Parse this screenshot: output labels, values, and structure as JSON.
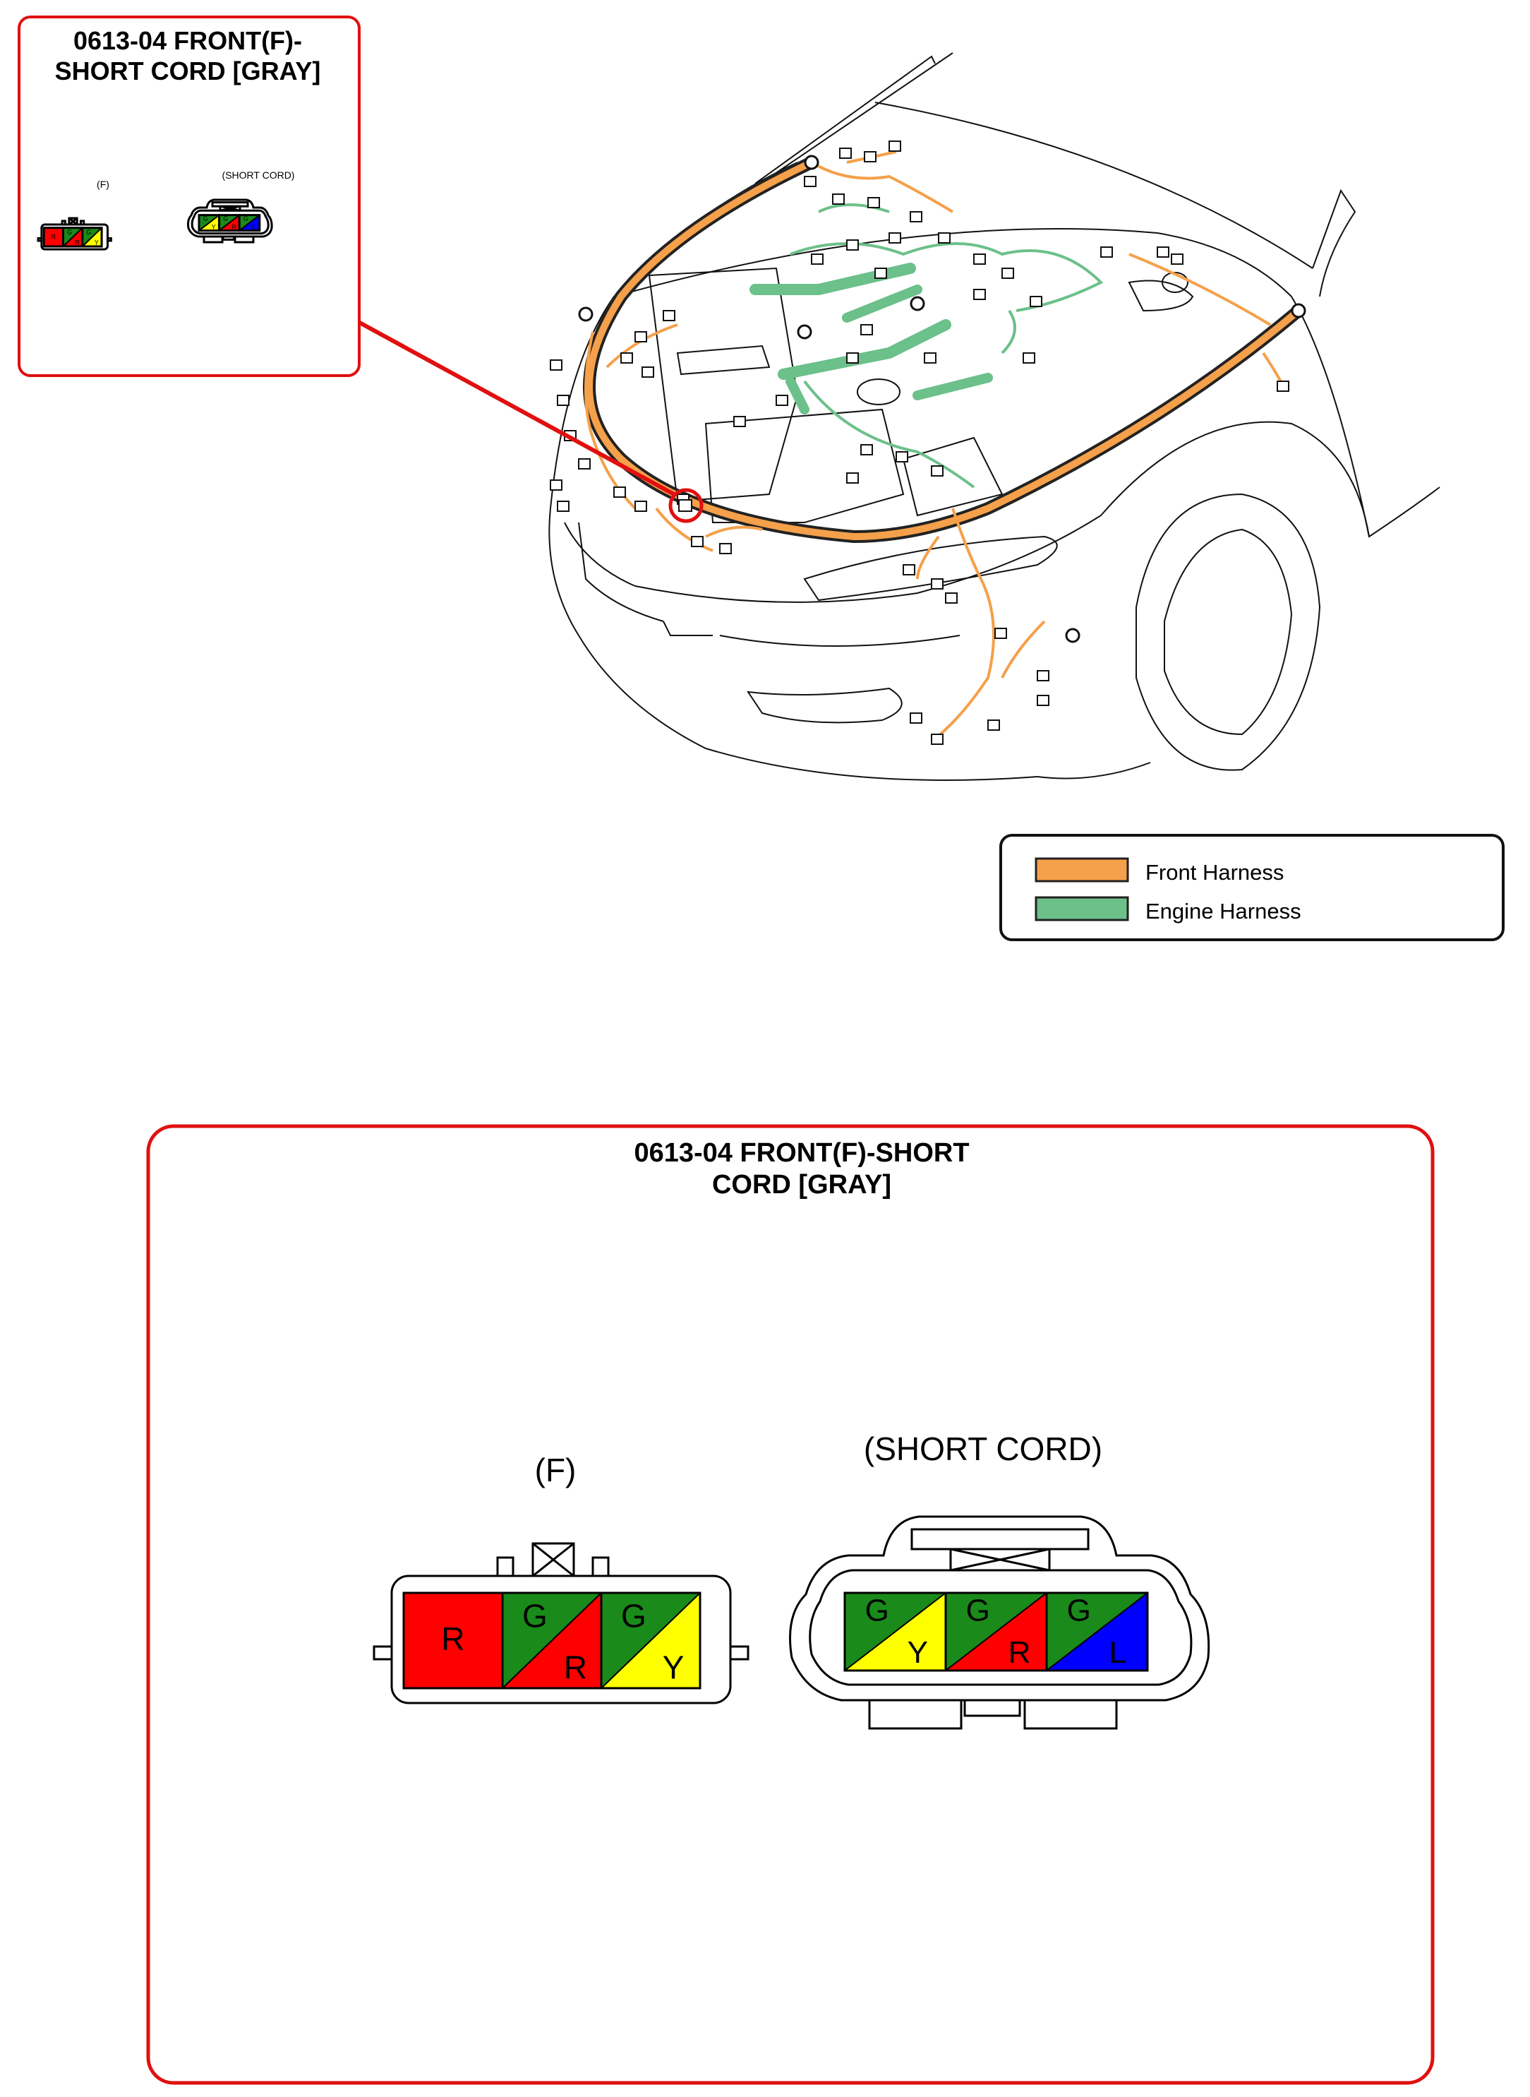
{
  "inset": {
    "title_line1": "0613-04 FRONT(F)-",
    "title_line2": "SHORT CORD [GRAY]",
    "label_f": "(F)",
    "label_short": "(SHORT CORD)"
  },
  "detail": {
    "title_line1": "0613-04 FRONT(F)-SHORT",
    "title_line2": "CORD [GRAY]",
    "label_f": "(F)",
    "label_short": "(SHORT CORD)"
  },
  "connector_f": {
    "pins": [
      {
        "top": "",
        "bottom": "R",
        "top_color": "#ff0000",
        "bottom_color": "#ff0000"
      },
      {
        "top": "G",
        "bottom": "R",
        "top_color": "#1a8a1a",
        "bottom_color": "#ff0000"
      },
      {
        "top": "G",
        "bottom": "Y",
        "top_color": "#1a8a1a",
        "bottom_color": "#ffff00"
      }
    ]
  },
  "connector_short": {
    "pins": [
      {
        "top": "G",
        "bottom": "Y",
        "top_color": "#1a8a1a",
        "bottom_color": "#ffff00"
      },
      {
        "top": "G",
        "bottom": "R",
        "top_color": "#1a8a1a",
        "bottom_color": "#ff0000"
      },
      {
        "top": "G",
        "bottom": "L",
        "top_color": "#1a8a1a",
        "bottom_color": "#0000ff"
      }
    ]
  },
  "legend": {
    "items": [
      {
        "label": "Front Harness",
        "color": "#f5a04a"
      },
      {
        "label": "Engine Harness",
        "color": "#6cc08a"
      }
    ]
  },
  "colors": {
    "frame_red": "#e01010",
    "front_harness": "#f5a04a",
    "engine_harness": "#6cc08a"
  }
}
